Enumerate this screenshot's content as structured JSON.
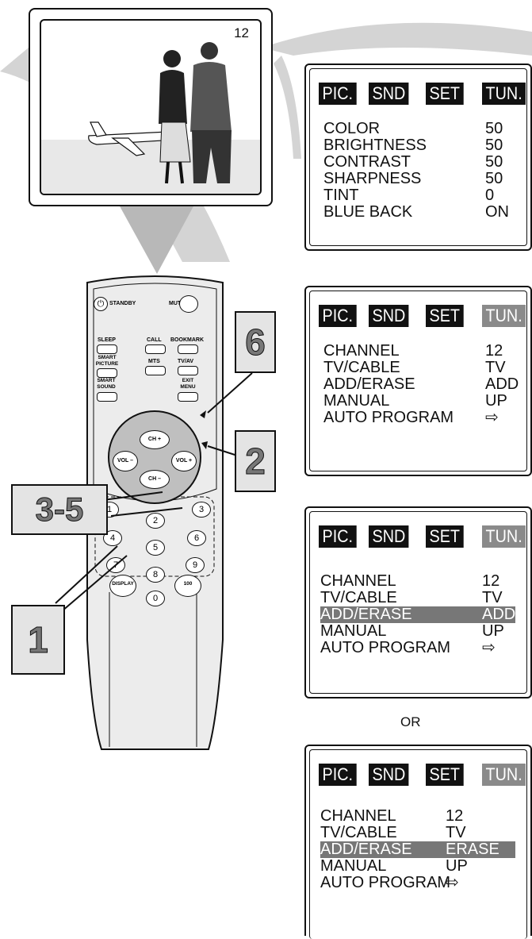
{
  "tv": {
    "channel": "12"
  },
  "menus": [
    {
      "tabs": [
        "PIC.",
        "SND",
        "SET",
        "TUN."
      ],
      "active_tab": "PIC.",
      "rows": [
        {
          "label": "COLOR",
          "value": "50",
          "highlight": false
        },
        {
          "label": "BRIGHTNESS",
          "value": "50",
          "highlight": false
        },
        {
          "label": "CONTRAST",
          "value": "50",
          "highlight": false
        },
        {
          "label": "SHARPNESS",
          "value": "50",
          "highlight": false
        },
        {
          "label": "TINT",
          "value": "0",
          "highlight": false
        },
        {
          "label": "BLUE BACK",
          "value": "ON",
          "highlight": false
        }
      ]
    },
    {
      "tabs": [
        "PIC.",
        "SND",
        "SET",
        "TUN."
      ],
      "active_tab": "TUN.",
      "rows": [
        {
          "label": "CHANNEL",
          "value": "12",
          "highlight": false
        },
        {
          "label": "TV/CABLE",
          "value": "TV",
          "highlight": false
        },
        {
          "label": "ADD/ERASE",
          "value": "ADD",
          "highlight": false
        },
        {
          "label": "MANUAL",
          "value": "UP",
          "highlight": false
        },
        {
          "label": "AUTO PROGRAM",
          "value": "⇨",
          "highlight": false
        }
      ]
    },
    {
      "tabs": [
        "PIC.",
        "SND",
        "SET",
        "TUN."
      ],
      "active_tab": "TUN.",
      "rows": [
        {
          "label": "CHANNEL",
          "value": "12",
          "highlight": false
        },
        {
          "label": "TV/CABLE",
          "value": "TV",
          "highlight": false
        },
        {
          "label": "ADD/ERASE",
          "value": "ADD",
          "highlight": true
        },
        {
          "label": "MANUAL",
          "value": "UP",
          "highlight": false
        },
        {
          "label": "AUTO PROGRAM",
          "value": "⇨",
          "highlight": false
        }
      ]
    },
    {
      "tabs": [
        "PIC.",
        "SND",
        "SET",
        "TUN."
      ],
      "active_tab": "TUN.",
      "rows": [
        {
          "label": "CHANNEL",
          "value": "12",
          "highlight": false
        },
        {
          "label": "TV/CABLE",
          "value": "TV",
          "highlight": false
        },
        {
          "label": "ADD/ERASE",
          "value": "ERASE",
          "highlight": true
        },
        {
          "label": "MANUAL",
          "value": "UP",
          "highlight": false
        },
        {
          "label": "AUTO PROGRAM",
          "value": "⇨",
          "highlight": false
        }
      ]
    }
  ],
  "separator": "OR",
  "remote": {
    "power_label": "STANDBY",
    "mute_label": "MUTE",
    "sleep_label": "SLEEP",
    "call_label": "CALL",
    "bookmark_label": "BOOKMARK",
    "smart_picture_label": "SMART PICTURE",
    "mts_label": "MTS",
    "tvav_label": "TV/AV",
    "smart_sound_label": "SMART SOUND",
    "exit_menu_label": "EXIT MENU",
    "ch_up_label": "CH +",
    "ch_down_label": "CH –",
    "vol_down_label": "VOL –",
    "vol_up_label": "VOL +",
    "display_label": "DISPLAY",
    "hundred_label": "100",
    "digits": [
      "1",
      "2",
      "3",
      "4",
      "5",
      "6",
      "7",
      "8",
      "9",
      "0"
    ]
  },
  "steps": {
    "step_a": "6",
    "step_b": "2",
    "step_c": "3-5",
    "step_d": "1"
  }
}
